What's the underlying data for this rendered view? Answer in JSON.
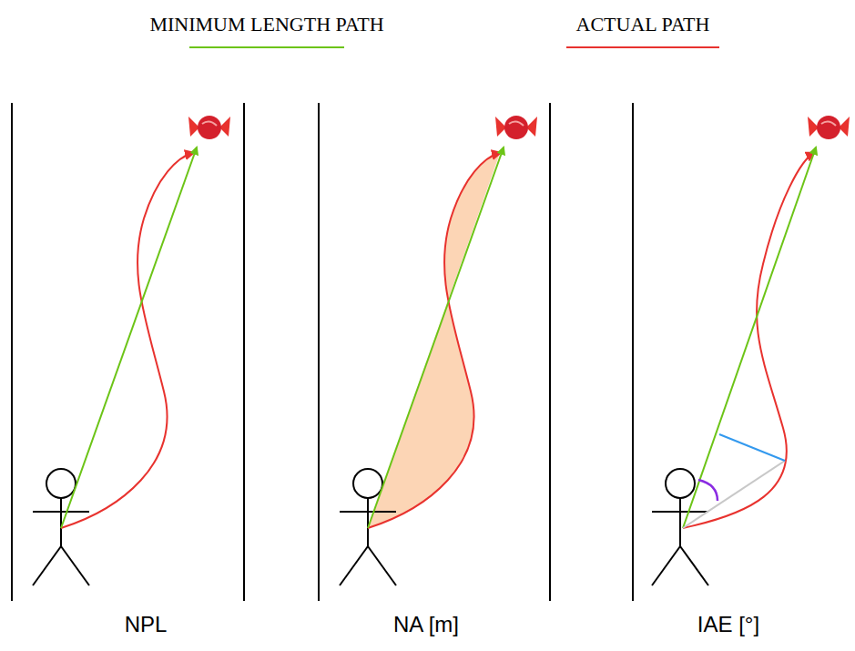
{
  "diagram": {
    "labels": [
      "NPL",
      "NA [m]",
      "IAE [°]"
    ],
    "legend": [
      {
        "text": "MINIMUM LENGTH PATH"
      },
      {
        "text": "ACTUAL PATH"
      }
    ]
  }
}
